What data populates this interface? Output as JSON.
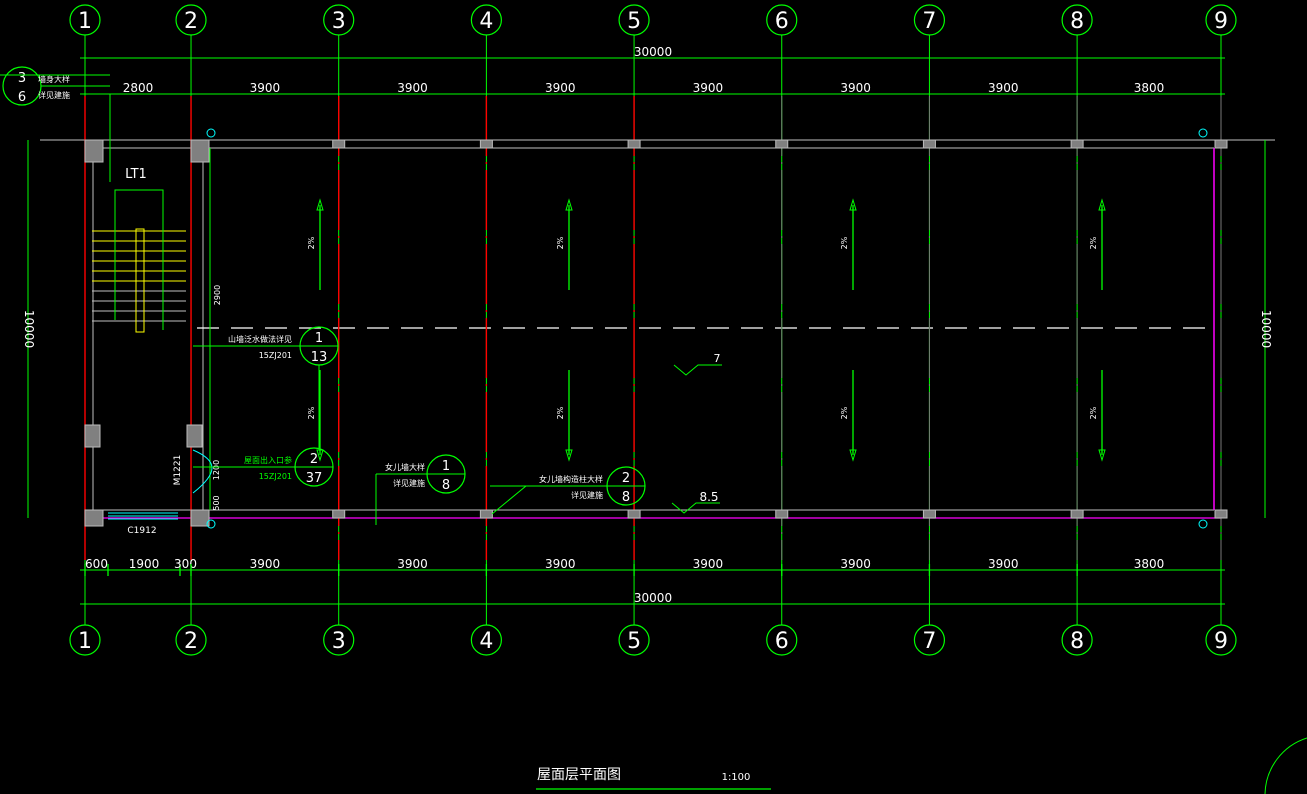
{
  "drawing": {
    "title": "屋面层平面图",
    "scale": "1:100"
  },
  "axes": [
    "1",
    "2",
    "3",
    "4",
    "5",
    "6",
    "7",
    "8",
    "9"
  ],
  "dimensions": {
    "total": "30000",
    "top_bays": [
      "2800",
      "3900",
      "3900",
      "3900",
      "3900",
      "3900",
      "3900",
      "3800"
    ],
    "bottom_segments": [
      "600",
      "1900",
      "300",
      "3900",
      "3900",
      "3900",
      "3900",
      "3900",
      "3900",
      "3800"
    ],
    "height_total": "10000",
    "stair_dim": "2900",
    "door_dim": "1200",
    "door_dim2": "500"
  },
  "labels": {
    "stair": "LT1",
    "window": "C1912",
    "door": "M1221",
    "slope": "2%",
    "elev1": "7",
    "elev2": "8.5"
  },
  "callouts": [
    {
      "num": "3",
      "sheet": "6",
      "line1": "墙身大样",
      "line2": "详见建施"
    },
    {
      "num": "1",
      "sheet": "13",
      "line1": "山墙泛水做法详见",
      "line2": "15ZJ201"
    },
    {
      "num": "2",
      "sheet": "37",
      "line1": "屋面出入口参",
      "line2": "15ZJ201"
    },
    {
      "num": "1",
      "sheet": "8",
      "line1": "女儿墙大样",
      "line2": "详见建施"
    },
    {
      "num": "2",
      "sheet": "8",
      "line1": "女儿墙构造柱大样",
      "line2": "详见建施"
    }
  ],
  "colors": {
    "green": "#00ff00",
    "red": "#ff0000",
    "magenta": "#ff00ff",
    "cyan": "#00ffff",
    "grey": "#c0c0c0",
    "yellow": "#ffff00"
  }
}
